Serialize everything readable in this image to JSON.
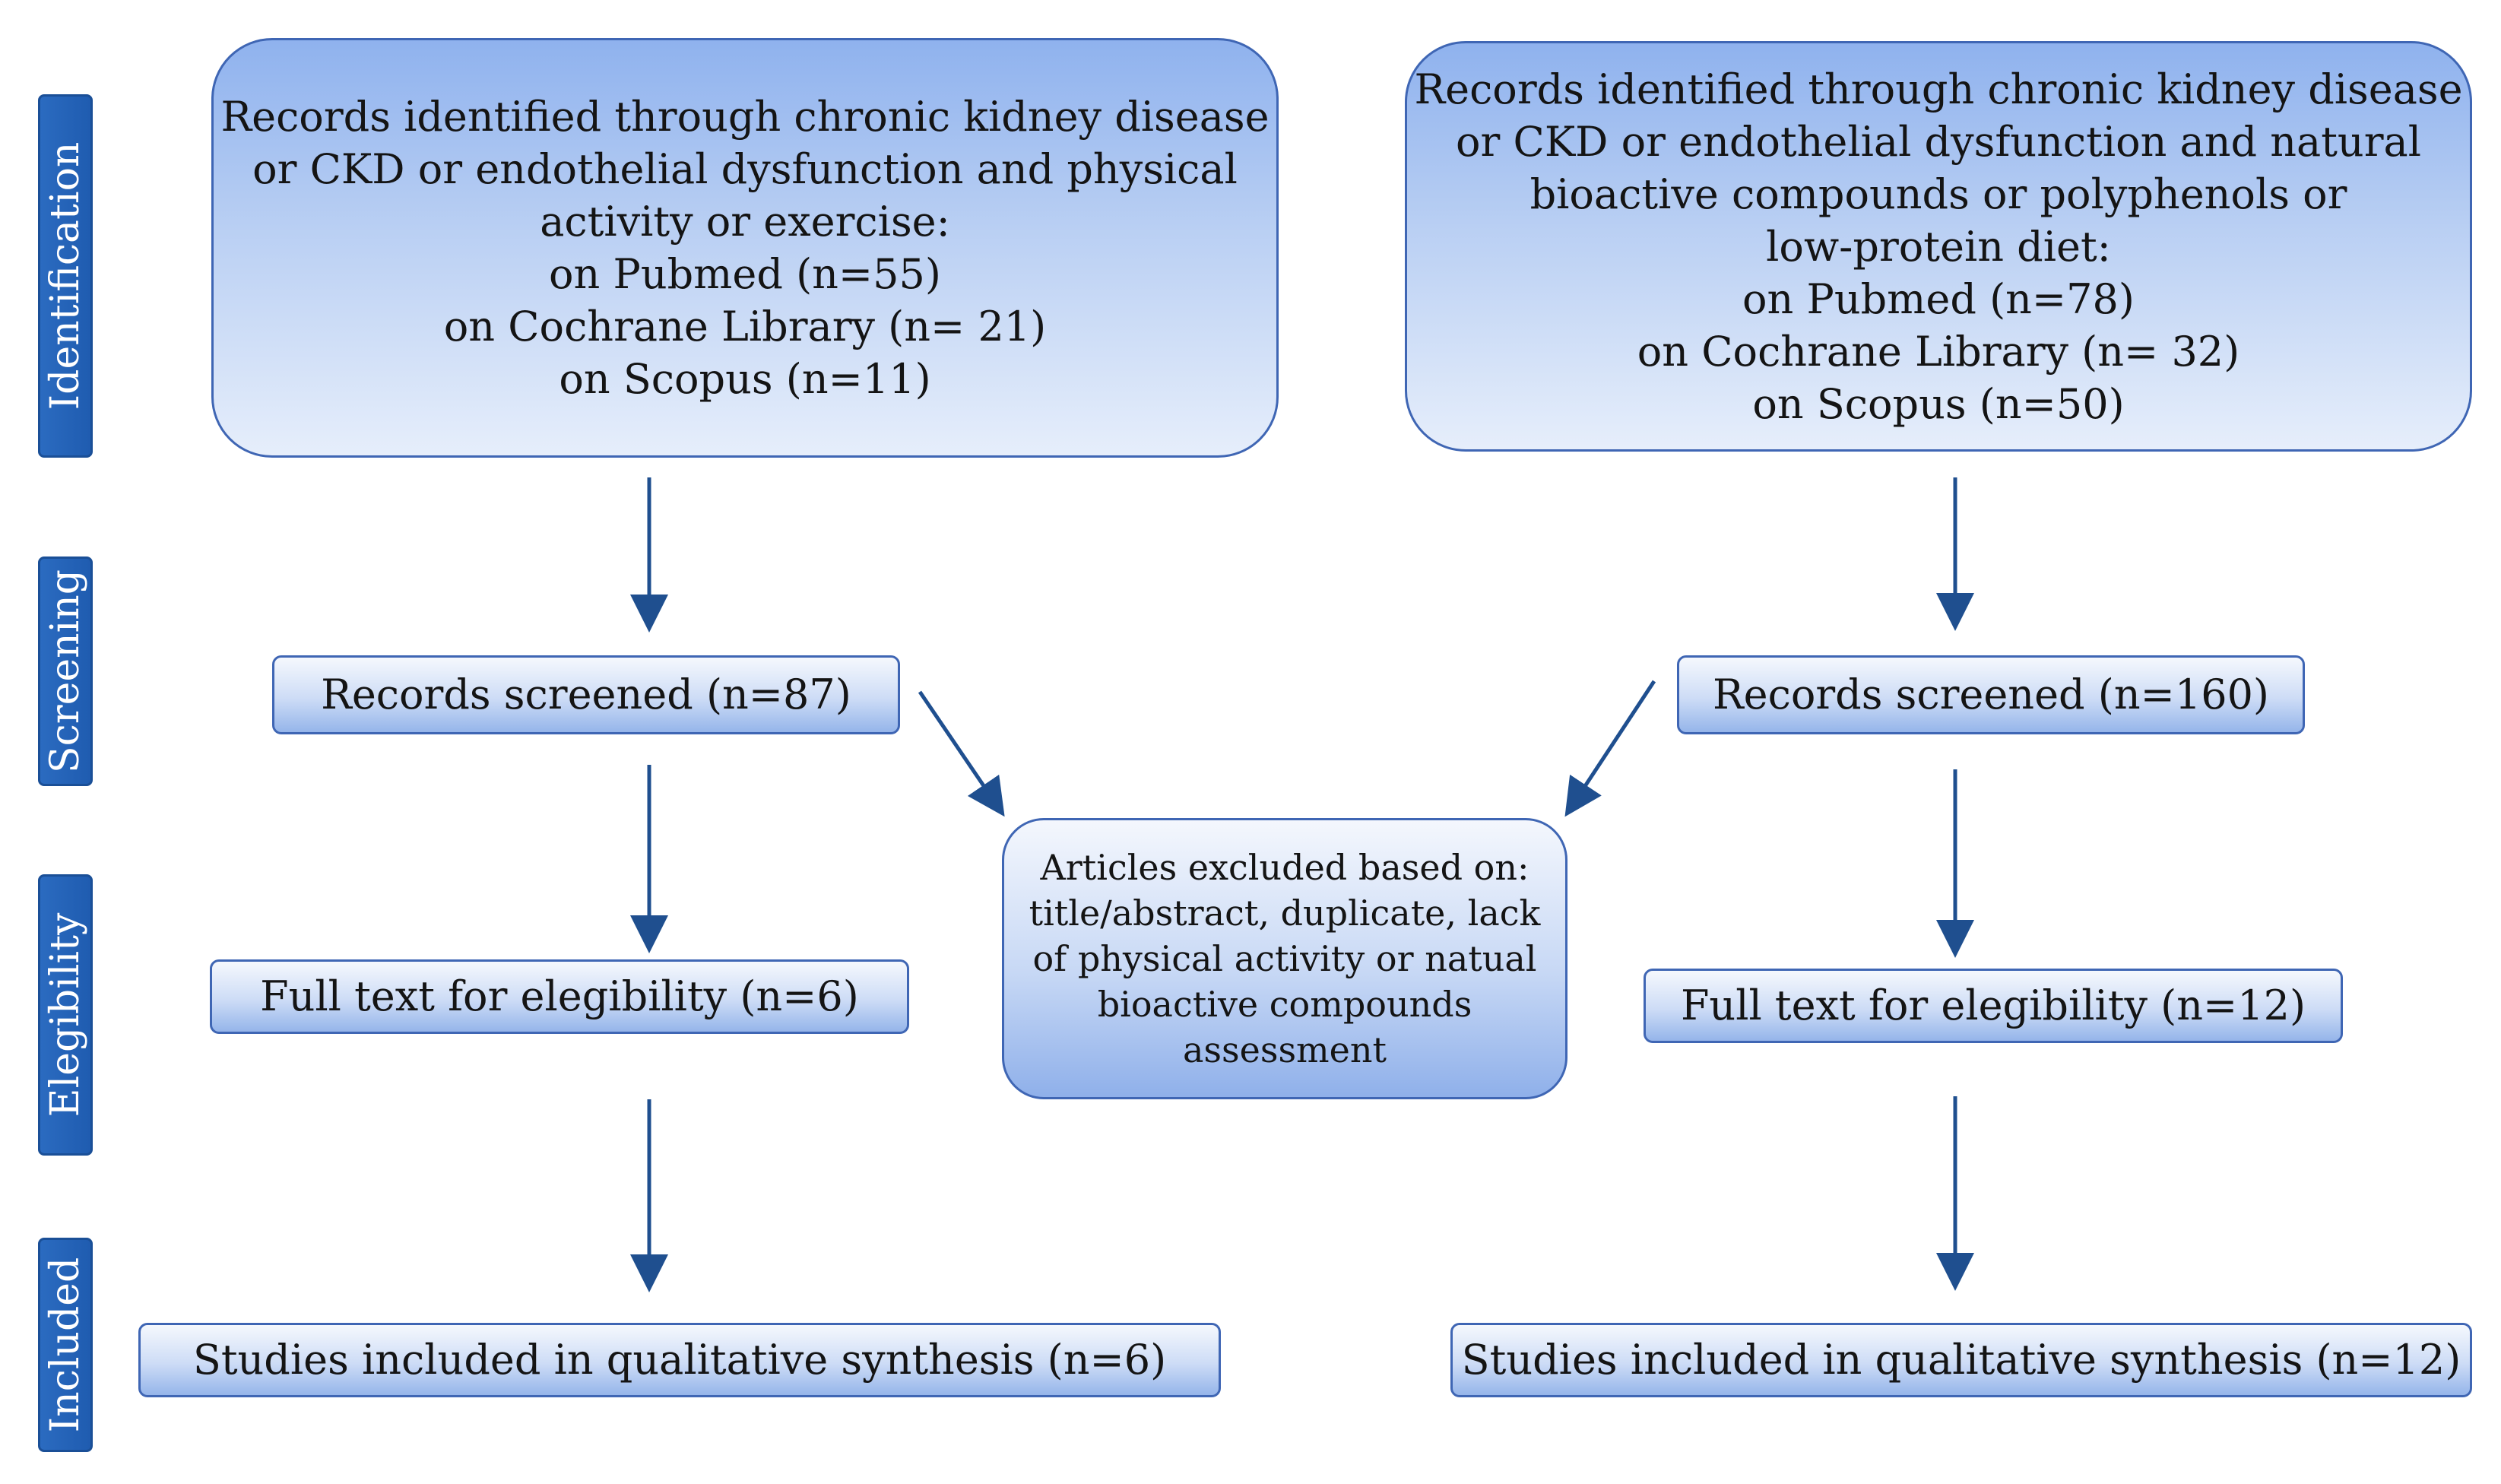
{
  "stages": {
    "identification": "Identification",
    "screening": "Screening",
    "elegibility": "Elegibility",
    "included": "Included"
  },
  "left": {
    "identified": [
      "Records identified through chronic kidney disease",
      "or CKD or endothelial dysfunction and physical",
      "activity or exercise:",
      "on Pubmed (n=55)",
      "on Cochrane Library (n= 21)",
      "on Scopus (n=11)"
    ],
    "screened": "Records screened (n=87)",
    "fulltext": "Full text for elegibility (n=6)",
    "included": "Studies included in qualitative synthesis (n=6)"
  },
  "right": {
    "identified": [
      "Records identified through chronic kidney disease",
      "or CKD or endothelial dysfunction and natural",
      "bioactive compounds or polyphenols or",
      "low-protein diet:",
      "on Pubmed (n=78)",
      "on Cochrane Library (n= 32)",
      "on Scopus (n=50)"
    ],
    "screened": "Records screened (n=160)",
    "fulltext": "Full text for elegibility (n=12)",
    "included": "Studies included in qualitative synthesis (n=12)"
  },
  "excluded": [
    "Articles excluded based on:",
    "title/abstract, duplicate, lack",
    "of physical activity or natual",
    "bioactive compounds",
    "assessment"
  ],
  "colors": {
    "stage_tab": "#2463b7",
    "box_border": "#3f66b4",
    "arrow": "#1f4f8f"
  }
}
